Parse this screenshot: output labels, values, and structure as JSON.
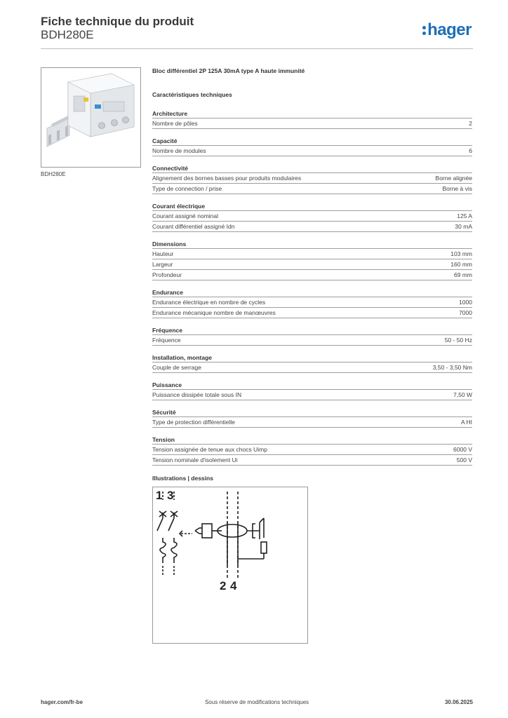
{
  "header": {
    "title": "Fiche technique du produit",
    "product_code": "BDH280E",
    "logo_text": "hager",
    "brand_color": "#1e6fb8"
  },
  "product": {
    "image_caption": "BDH280E",
    "description": "Bloc différentiel 2P 125A 30mA type A haute immunité"
  },
  "specs_title": "Caractéristiques techniques",
  "spec_groups": [
    {
      "title": "Architecture",
      "rows": [
        {
          "label": "Nombre de pôles",
          "value": "2"
        }
      ]
    },
    {
      "title": "Capacité",
      "rows": [
        {
          "label": "Nombre de modules",
          "value": "6"
        }
      ]
    },
    {
      "title": "Connectivité",
      "rows": [
        {
          "label": "Alignement des bornes basses pour produits modulaires",
          "value": "Borne alignée"
        },
        {
          "label": "Type de connection / prise",
          "value": "Borne à vis"
        }
      ]
    },
    {
      "title": "Courant électrique",
      "rows": [
        {
          "label": "Courant assigné nominal",
          "value": "125 A"
        },
        {
          "label": "Courant différentiel assigné Idn",
          "value": "30 mA"
        }
      ]
    },
    {
      "title": "Dimensions",
      "rows": [
        {
          "label": "Hauteur",
          "value": "103 mm"
        },
        {
          "label": "Largeur",
          "value": "160 mm"
        },
        {
          "label": "Profondeur",
          "value": "69 mm"
        }
      ]
    },
    {
      "title": "Endurance",
      "rows": [
        {
          "label": "Endurance électrique en nombre de cycles",
          "value": "1000"
        },
        {
          "label": "Endurance mécanique nombre de manœuvres",
          "value": "7000"
        }
      ]
    },
    {
      "title": "Fréquence",
      "rows": [
        {
          "label": "Fréquence",
          "value": "50 - 50 Hz"
        }
      ]
    },
    {
      "title": "Installation, montage",
      "rows": [
        {
          "label": "Couple de serrage",
          "value": "3,50 - 3,50 Nm"
        }
      ]
    },
    {
      "title": "Puissance",
      "rows": [
        {
          "label": "Puissance dissipée totale sous IN",
          "value": "7,50 W"
        }
      ]
    },
    {
      "title": "Sécurité",
      "rows": [
        {
          "label": "Type de protection différentielle",
          "value": "A HI"
        }
      ]
    },
    {
      "title": "Tension",
      "rows": [
        {
          "label": "Tension assignée de tenue aux chocs Uimp",
          "value": "6000 V"
        },
        {
          "label": "Tension nominale d'isolement Ui",
          "value": "500 V"
        }
      ]
    }
  ],
  "illustrations": {
    "title": "Illustrations | dessins",
    "terminal_top_1": "1",
    "terminal_top_3": "3",
    "terminal_bottom_2": "2",
    "terminal_bottom_4": "4"
  },
  "footer": {
    "website": "hager.com/fr-be",
    "notice": "Sous réserve de modifications techniques",
    "date": "30.06.2025"
  }
}
